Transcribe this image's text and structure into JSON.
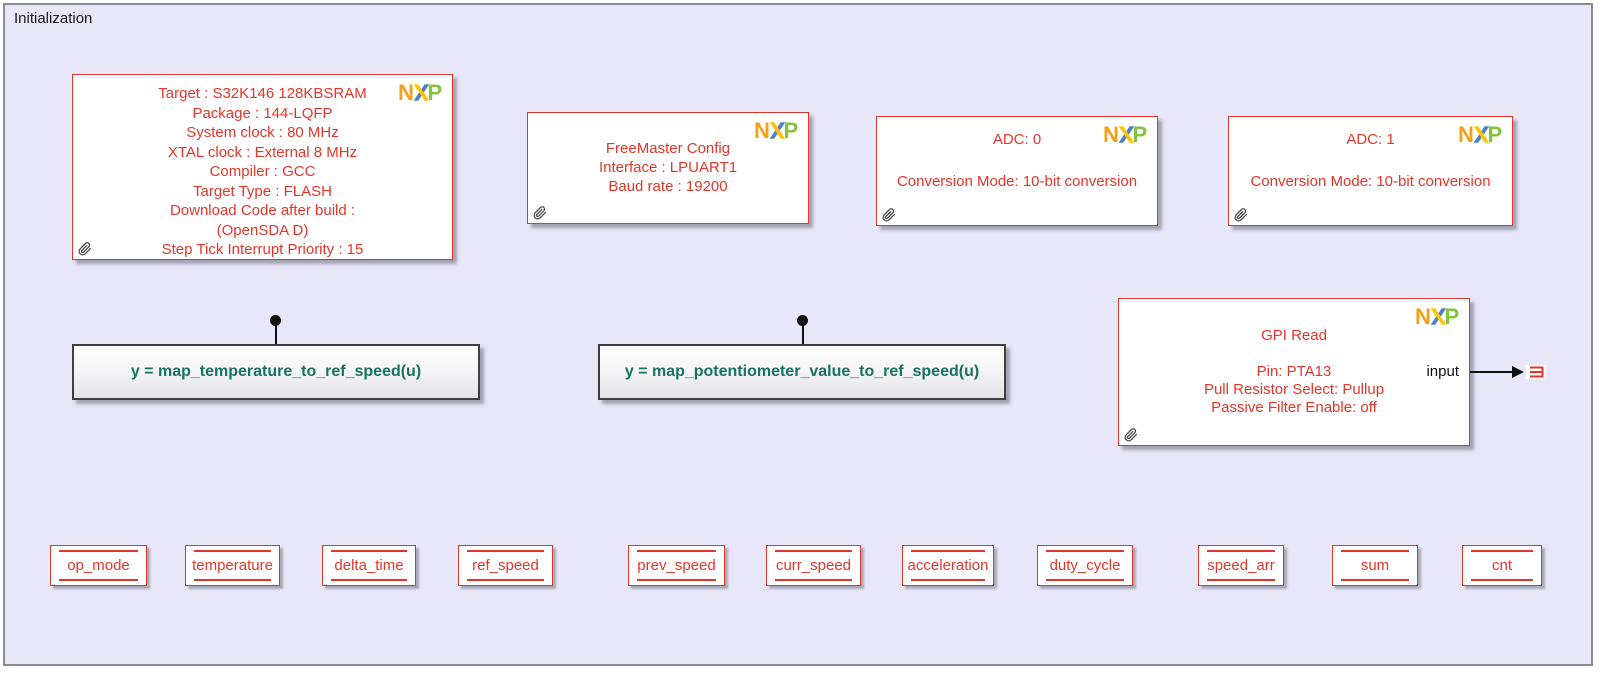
{
  "title": "Initialization",
  "blocks": {
    "config": {
      "lines": [
        "Target : S32K146 128KBSRAM",
        "Package : 144-LQFP",
        "System clock : 80 MHz",
        "XTAL clock : External 8 MHz",
        "Compiler : GCC",
        "Target Type : FLASH",
        "Download Code after build :",
        "(OpenSDA D)",
        "Step Tick Interrupt Priority : 15"
      ]
    },
    "freemaster": {
      "lines": [
        "FreeMaster Config",
        "Interface : LPUART1",
        "Baud rate : 19200"
      ]
    },
    "adc0": {
      "lines": [
        "ADC: 0",
        "",
        "Conversion Mode: 10-bit conversion"
      ]
    },
    "adc1": {
      "lines": [
        "ADC: 1",
        "",
        "Conversion Mode: 10-bit conversion"
      ]
    },
    "gpi": {
      "lines": [
        "GPI Read",
        "",
        "Pin: PTA13",
        "Pull Resistor Select: Pullup",
        "Passive Filter Enable: off"
      ],
      "port_label": "input"
    },
    "fn_temperature": {
      "label": "y = map_temperature_to_ref_speed(u)"
    },
    "fn_potentiometer": {
      "label": "y = map_potentiometer_value_to_ref_speed(u)"
    }
  },
  "data_stores": [
    "op_mode",
    "temperature",
    "delta_time",
    "ref_speed",
    "prev_speed",
    "curr_speed",
    "acceleration",
    "duty_cycle",
    "speed_arr",
    "sum",
    "cnt"
  ],
  "icons": {
    "nxp_logo": "nxp-logo-icon",
    "paperclip": "paperclip-icon",
    "terminator": "ground-terminator-icon",
    "connector_dot": "annotation-connector-dot"
  },
  "colors": {
    "canvas_lavender": "#E7E7F9",
    "block_red": "#E3362A",
    "function_green": "#17735C",
    "frame_gray": "#8A8A94",
    "nxp_orange": "#F5A01B",
    "nxp_yellow": "#FFC40C",
    "nxp_blue": "#4D82C2",
    "nxp_green": "#85C441"
  }
}
